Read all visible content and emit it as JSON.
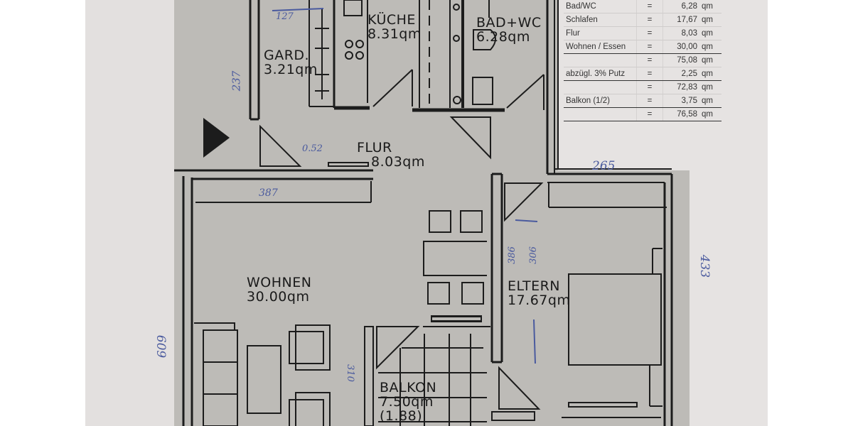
{
  "plan": {
    "rooms": [
      {
        "name": "KÜCHE",
        "area": "8.31qm"
      },
      {
        "name": "BAD+WC",
        "area": "6.28qm"
      },
      {
        "name": "GARD.",
        "area": "3.21qm"
      },
      {
        "name": "FLUR",
        "area": "8.03qm"
      },
      {
        "name": "WOHNEN",
        "area": "30.00qm"
      },
      {
        "name": "ELTERN",
        "area": "17.67qm"
      },
      {
        "name": "BALKON",
        "area": "7.50qm",
        "extra": "(1.88)"
      }
    ],
    "handwritten_dimensions": {
      "gard_top": "127",
      "gard_side": "237",
      "flur": "0.52",
      "wohnen_top": "387",
      "eltern_top": "265",
      "eltern_inner_1": "386",
      "eltern_inner_2": "306",
      "eltern_side": "433",
      "wohnen_side": "609",
      "balkon_side": "310"
    }
  },
  "area_table": {
    "rows": [
      {
        "label": "Bad/WC",
        "eq": "=",
        "value": "6,28",
        "unit": "qm"
      },
      {
        "label": "Schlafen",
        "eq": "=",
        "value": "17,67",
        "unit": "qm"
      },
      {
        "label": "Flur",
        "eq": "=",
        "value": "8,03",
        "unit": "qm"
      },
      {
        "label": "Wohnen / Essen",
        "eq": "=",
        "value": "30,00",
        "unit": "qm"
      },
      {
        "label": "",
        "eq": "=",
        "value": "75,08",
        "unit": "qm"
      },
      {
        "label": "abzügl. 3% Putz",
        "eq": "=",
        "value": "2,25",
        "unit": "qm"
      },
      {
        "label": "",
        "eq": "=",
        "value": "72,83",
        "unit": "qm"
      },
      {
        "label": "Balkon (1/2)",
        "eq": "=",
        "value": "3,75",
        "unit": "qm"
      },
      {
        "label": "",
        "eq": "=",
        "value": "76,58",
        "unit": "qm"
      }
    ]
  },
  "colors": {
    "plan_gray": "#bdbbb7",
    "paper": "#e6e3e2",
    "ink": "#1c1c1c",
    "pen_blue": "#4a5a9e"
  }
}
